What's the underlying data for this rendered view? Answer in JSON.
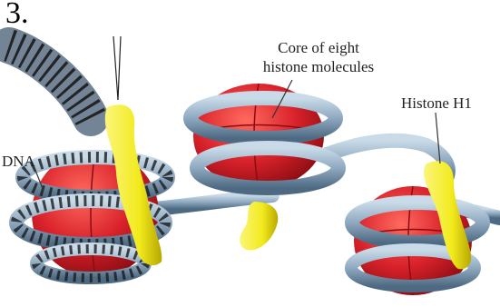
{
  "figure_number": "3.",
  "labels": {
    "core_line1": "Core of eight",
    "core_line2": "histone molecules",
    "histone_h1": "Histone H1",
    "dna": "DNA"
  },
  "colors": {
    "histone_core": "#d9222b",
    "dna_strand": "#8fa9c0",
    "histone_h1": "#f2ea1c",
    "label_text": "#222222"
  }
}
